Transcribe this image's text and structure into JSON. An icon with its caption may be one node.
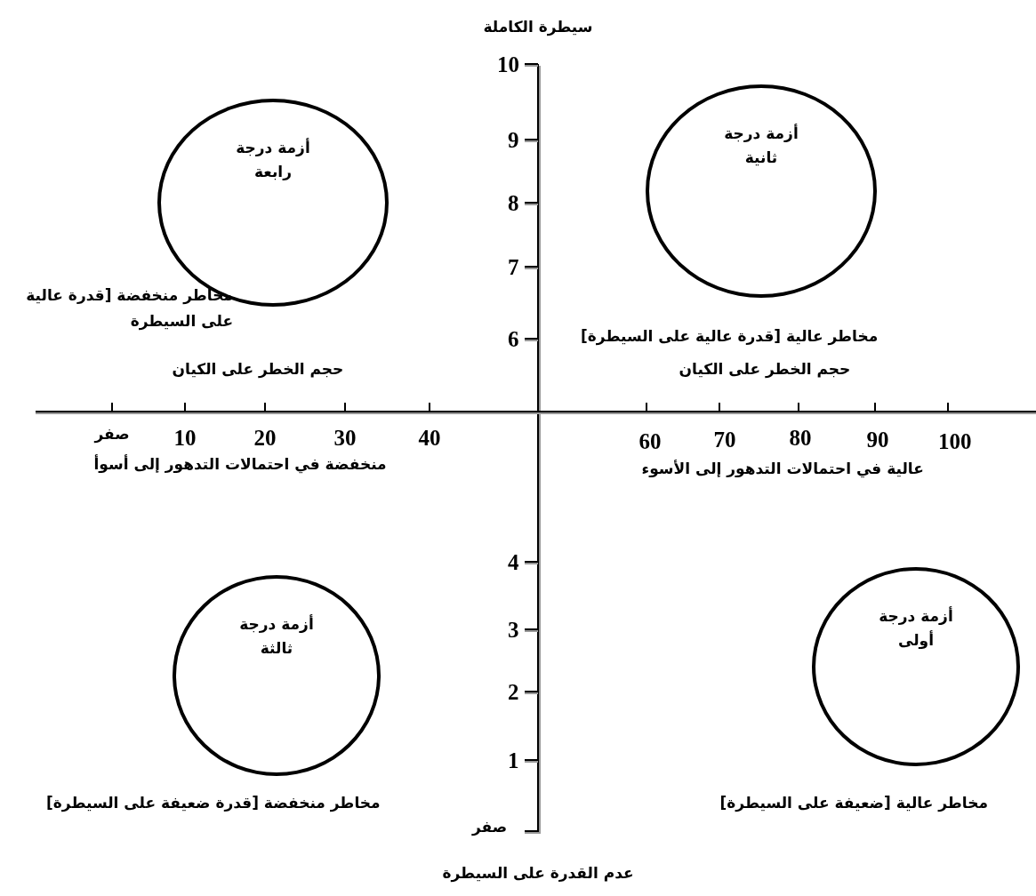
{
  "diagram": {
    "nodes": [
      {
        "text": [
          "أزمة درجة رابعة"
        ]
      },
      {
        "text": [
          "أزمة درجة ثانية"
        ]
      },
      {
        "text": [
          "أزمة درجة ثالثة"
        ]
      },
      {
        "text": [
          "أزمة درجة أولى"
        ]
      }
    ],
    "edges": [],
    "labels": [
      "سيطرة الكاملة",
      "10",
      "9",
      "8",
      "7",
      "مخاطر منخفضة [قدرة عالية على السيطرة",
      "6",
      "مخاطر عالية [قدرة عالية على السيطرة]",
      "حجم الخطر على الكيان",
      "حجم الخطر على الكيان",
      "صفر",
      "10",
      "20",
      "30",
      "40",
      "60",
      "70",
      "80",
      "90",
      "100",
      "منخفضة في احتمالات التدهور إلى أسوأ",
      "عالية في احتمالات التدهور إلى الأسوء",
      "4",
      "3",
      "2",
      "1",
      "مخاطر منخفضة [قدرة ضعيفة على السيطرة]",
      "مخاطر عالية [ضعيفة على السيطرة]",
      "صفر",
      "عدم القدرة على السيطرة"
    ]
  }
}
